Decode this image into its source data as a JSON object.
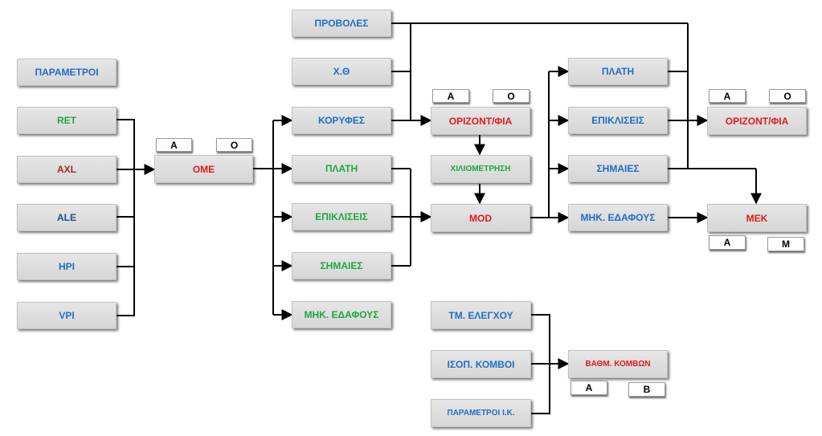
{
  "colors": {
    "blue": "#1f6fc4",
    "green": "#1ea83c",
    "red": "#e01b1b",
    "brown": "#9e2a2a",
    "navy": "#1e4d8c",
    "line": "#000000"
  },
  "nodes": {
    "parametroi": "ΠΑΡΑΜΕΤΡΟΙ",
    "ret": "RET",
    "axl": "AXL",
    "ale": "ALE",
    "hpi": "HPI",
    "vpi": "VPI",
    "ome": "ΟΜΕ",
    "provoles": "ΠΡΟΒΟΛΕΣ",
    "xth": "Χ.Θ",
    "koryfes": "ΚΟΡΥΦΕΣ",
    "plati_1": "ΠΛΑΤΗ",
    "epikliseis_1": "ΕΠΙΚΛΙΣΕΙΣ",
    "simaies_1": "ΣΗΜΑΙΕΣ",
    "mik_1": "ΜΗΚ. ΕΔΑΦΟΥΣ",
    "orizont_1": "ΟΡΙΖΟΝΤ/ΦΙΑ",
    "xiliometrisi": "ΧΙΛΙΟΜΕΤΡΗΣΗ",
    "mod": "MOD",
    "plati_2": "ΠΛΑΤΗ",
    "epikliseis_2": "ΕΠΙΚΛΙΣΕΙΣ",
    "simaies_2": "ΣΗΜΑΙΕΣ",
    "mik_2": "ΜΗΚ. ΕΔΑΦΟΥΣ",
    "orizont_2": "ΟΡΙΖΟΝΤ/ΦΙΑ",
    "mek": "ΜΕΚ",
    "tm_elegxou": "ΤΜ. ΕΛΕΓΧΟΥ",
    "isop_komvoi": "ΙΣΟΠ. ΚΟΜΒΟΙ",
    "parametroi_ik": "ΠΑΡΑΜΕΤΡΟΙ Ι.Κ.",
    "vathm_komvon": "ΒΑΘΜ. ΚΟΜΒΩΝ"
  },
  "tags": {
    "ome_a": "Α",
    "ome_o": "Ο",
    "orizont1_a": "Α",
    "orizont1_o": "Ο",
    "orizont2_a": "Α",
    "orizont2_o": "Ο",
    "mek_a": "Α",
    "mek_m": "Μ",
    "vathm_a": "Α",
    "vathm_b": "Β"
  }
}
